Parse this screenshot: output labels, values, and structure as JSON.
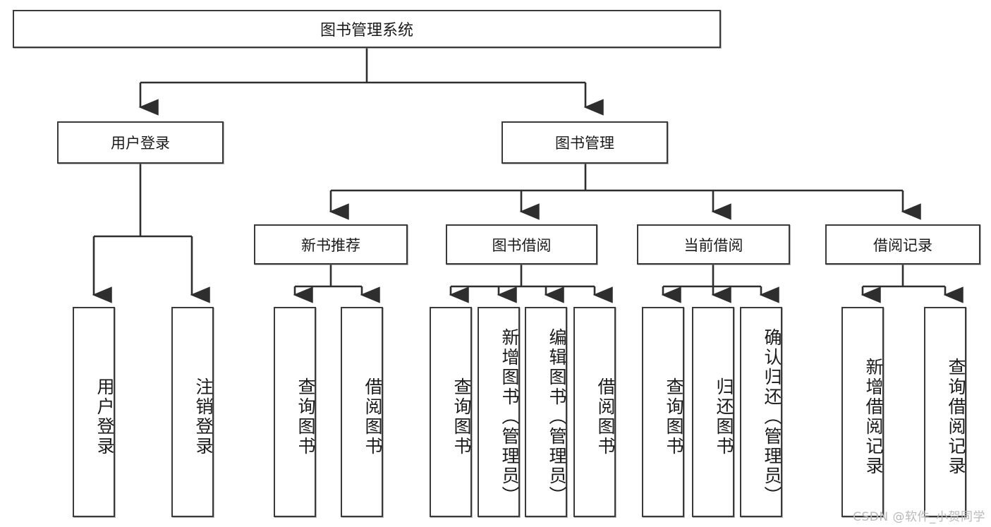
{
  "diagram": {
    "title": "图书管理系统",
    "type": "tree",
    "root": {
      "label": "图书管理系统"
    },
    "level1": [
      {
        "label": "用户登录"
      },
      {
        "label": "图书管理"
      }
    ],
    "level2": [
      {
        "label": "新书推荐"
      },
      {
        "label": "图书借阅"
      },
      {
        "label": "当前借阅"
      },
      {
        "label": "借阅记录"
      }
    ],
    "leaves": {
      "user_login": [
        {
          "label": "用户登录"
        },
        {
          "label": "注销登录"
        }
      ],
      "new_book_recommend": [
        {
          "label": "查询图书"
        },
        {
          "label": "借阅图书"
        }
      ],
      "book_borrow": [
        {
          "label": "查询图书"
        },
        {
          "label": "新增图书（管理员）"
        },
        {
          "label": "编辑图书（管理员）"
        },
        {
          "label": "借阅图书"
        }
      ],
      "current_borrow": [
        {
          "label": "查询图书"
        },
        {
          "label": "归还图书"
        },
        {
          "label": "确认归还（管理员）"
        }
      ],
      "borrow_record": [
        {
          "label": "新增借阅记录"
        },
        {
          "label": "查询借阅记录"
        }
      ]
    }
  },
  "watermark": {
    "text": "CSDN @软件_小贺同学"
  },
  "colors": {
    "border": "#3a3a3a",
    "background": "#ffffff",
    "text": "#1a1a1a",
    "watermark": "#b9b9b9"
  }
}
